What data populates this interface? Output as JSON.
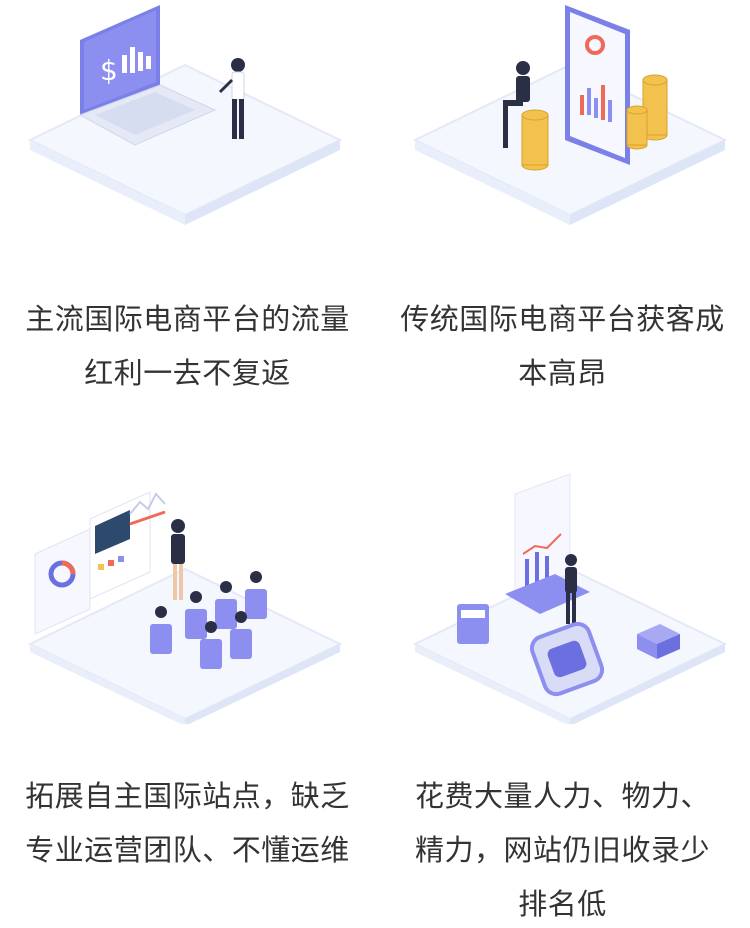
{
  "cards": [
    {
      "illustration": "laptop-sales-chart-icon",
      "lines": [
        "主流国际电商平台的流量",
        "红利一去不复返"
      ]
    },
    {
      "illustration": "coins-report-icon",
      "lines": [
        "传统国际电商平台获客成",
        "本高昂"
      ]
    },
    {
      "illustration": "team-meeting-icon",
      "lines": [
        "拓展自主国际站点，缺乏",
        "专业运营团队、不懂运维"
      ]
    },
    {
      "illustration": "data-devices-icon",
      "lines": [
        "花费大量人力、物力、",
        "精力，网站仍旧收录少",
        "排名低"
      ]
    }
  ],
  "colors": {
    "text": "#333333",
    "accent": "#6b6fe0",
    "platform": "#eef2fb",
    "coin": "#f2c14e",
    "chart_red": "#f06a5a"
  }
}
